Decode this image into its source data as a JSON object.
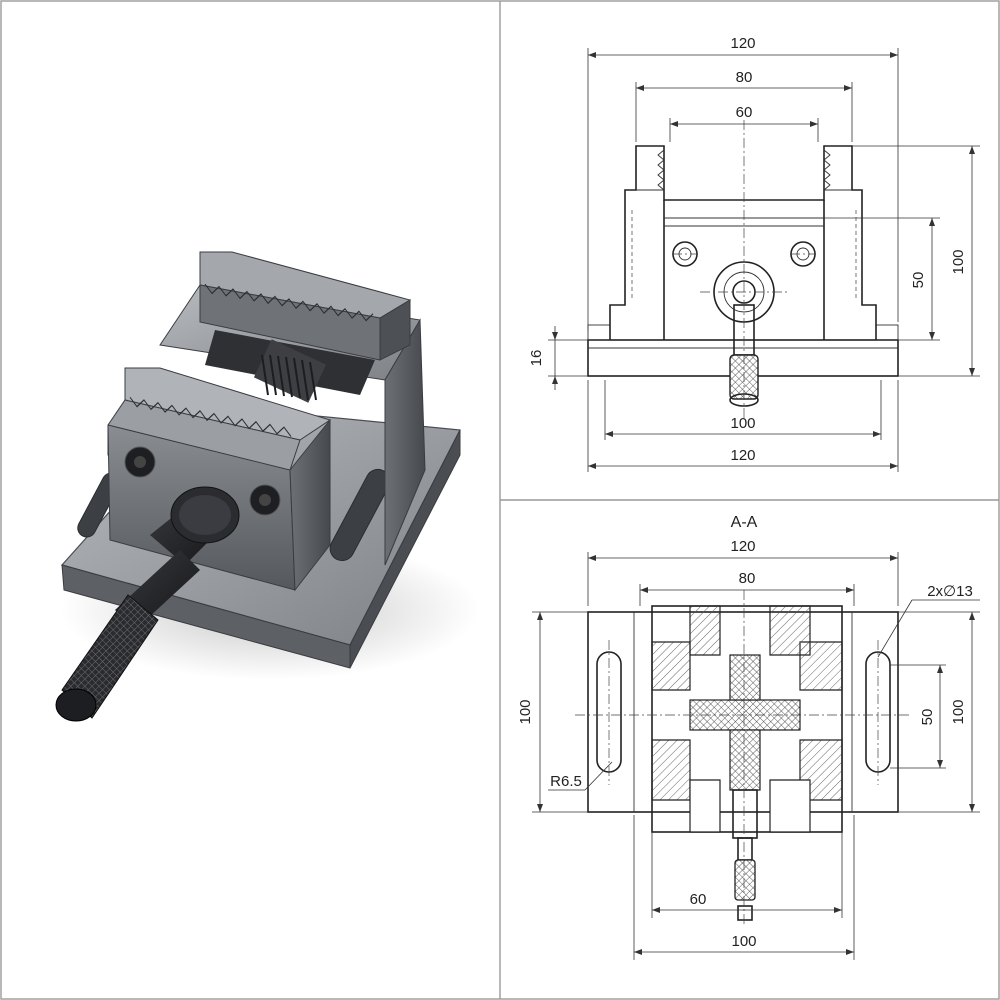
{
  "photo": {
    "subject": "machine-vise-photo"
  },
  "front_view": {
    "dims": {
      "overall_width": "120",
      "jaw_outer": "80",
      "jaw_inner": "60",
      "base_thickness": "16",
      "center_height": "50",
      "overall_height": "100",
      "base_inner": "100",
      "base_outer": "120"
    }
  },
  "section_view": {
    "title": "A-A",
    "dims": {
      "overall_width": "120",
      "body_width": "80",
      "holes": "2x∅13",
      "height_left": "100",
      "slot_radius": "R6.5",
      "slot_spacing": "50",
      "height_right": "100",
      "screw_length": "60",
      "bottom_width": "100"
    }
  },
  "colors": {
    "line": "#222222",
    "frame": "#999999",
    "steel_dark": "#3a3c40",
    "steel_mid": "#6b6e73",
    "steel_light": "#a8abb0"
  }
}
